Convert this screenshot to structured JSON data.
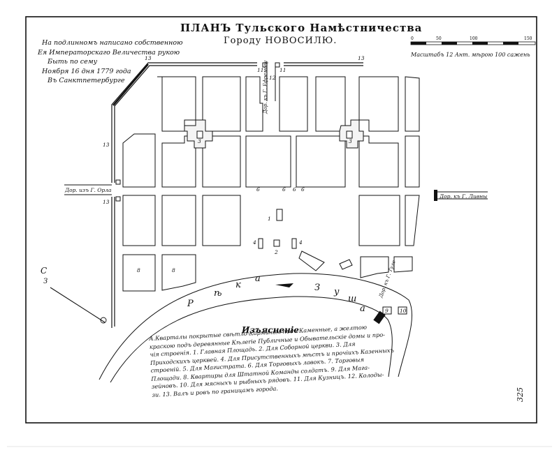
{
  "title": "ПЛАНЪ Тульского Намѣстничества",
  "subtitle": "Городу НОВОСИЛЮ.",
  "approval_note": [
    "На подлинномъ написано собственною",
    "Ея Императорскаго Величества рукою",
    "Быть по сему",
    "Ноября 16 дня 1779 года",
    "Въ Санктпетербурге"
  ],
  "scale": {
    "label": "Масштабъ 12 Ант. мѣрою 100 сажень",
    "ticks": [
      "0",
      "50",
      "100",
      "150"
    ]
  },
  "roads": {
    "orel": "Дор. изъ Г. Орла",
    "livny": "Дор. къ Г. Ливны",
    "efremov": "Дор. къ Г. Ефремову",
    "tula": "Дор. къ Г. Туле"
  },
  "river_letters": [
    "Р",
    "ѣ",
    "к",
    "а",
    "З",
    "у",
    "ш",
    "а"
  ],
  "compass": {
    "letters": [
      "С",
      "З"
    ]
  },
  "legend": {
    "title": "Изъясненiе",
    "lines": [
      "А.Кварталы покрытые свѣтло-Кармином подъ Каменные, а желтою",
      "краскою подъ деревянные Кѣлеrie Публичные и Обывательскiе домы и про-",
      "чiя строенiя. 1. Главная Площадь. 2. Для Соборной церкви. 3. Для",
      "Приходскихъ церквей. 4. Для Присутственныхъ мѣстъ и прочiихъ Казенныхъ",
      "строенiй. 5. Для Магистрата. 6. Для Торговыхъ лавокъ. 7. Торговыя",
      "Площади. 8. Квартиры для Штатной Команды солдатъ. 9. Для Мага-",
      "зейновъ. 10. Для мясныхъ и рыбныхъ рядовъ. 11. Для Кузницъ. 12. Колоды-",
      "зи. 13. Валъ и ровъ по границамъ города."
    ]
  },
  "block_numbers": [
    "13",
    "13",
    "13",
    "11",
    "12",
    "3",
    "3",
    "13",
    "11",
    "6",
    "6",
    "6",
    "6",
    "1",
    "4",
    "4",
    "2",
    "8",
    "8",
    "9",
    "10"
  ],
  "page_number": "325"
}
